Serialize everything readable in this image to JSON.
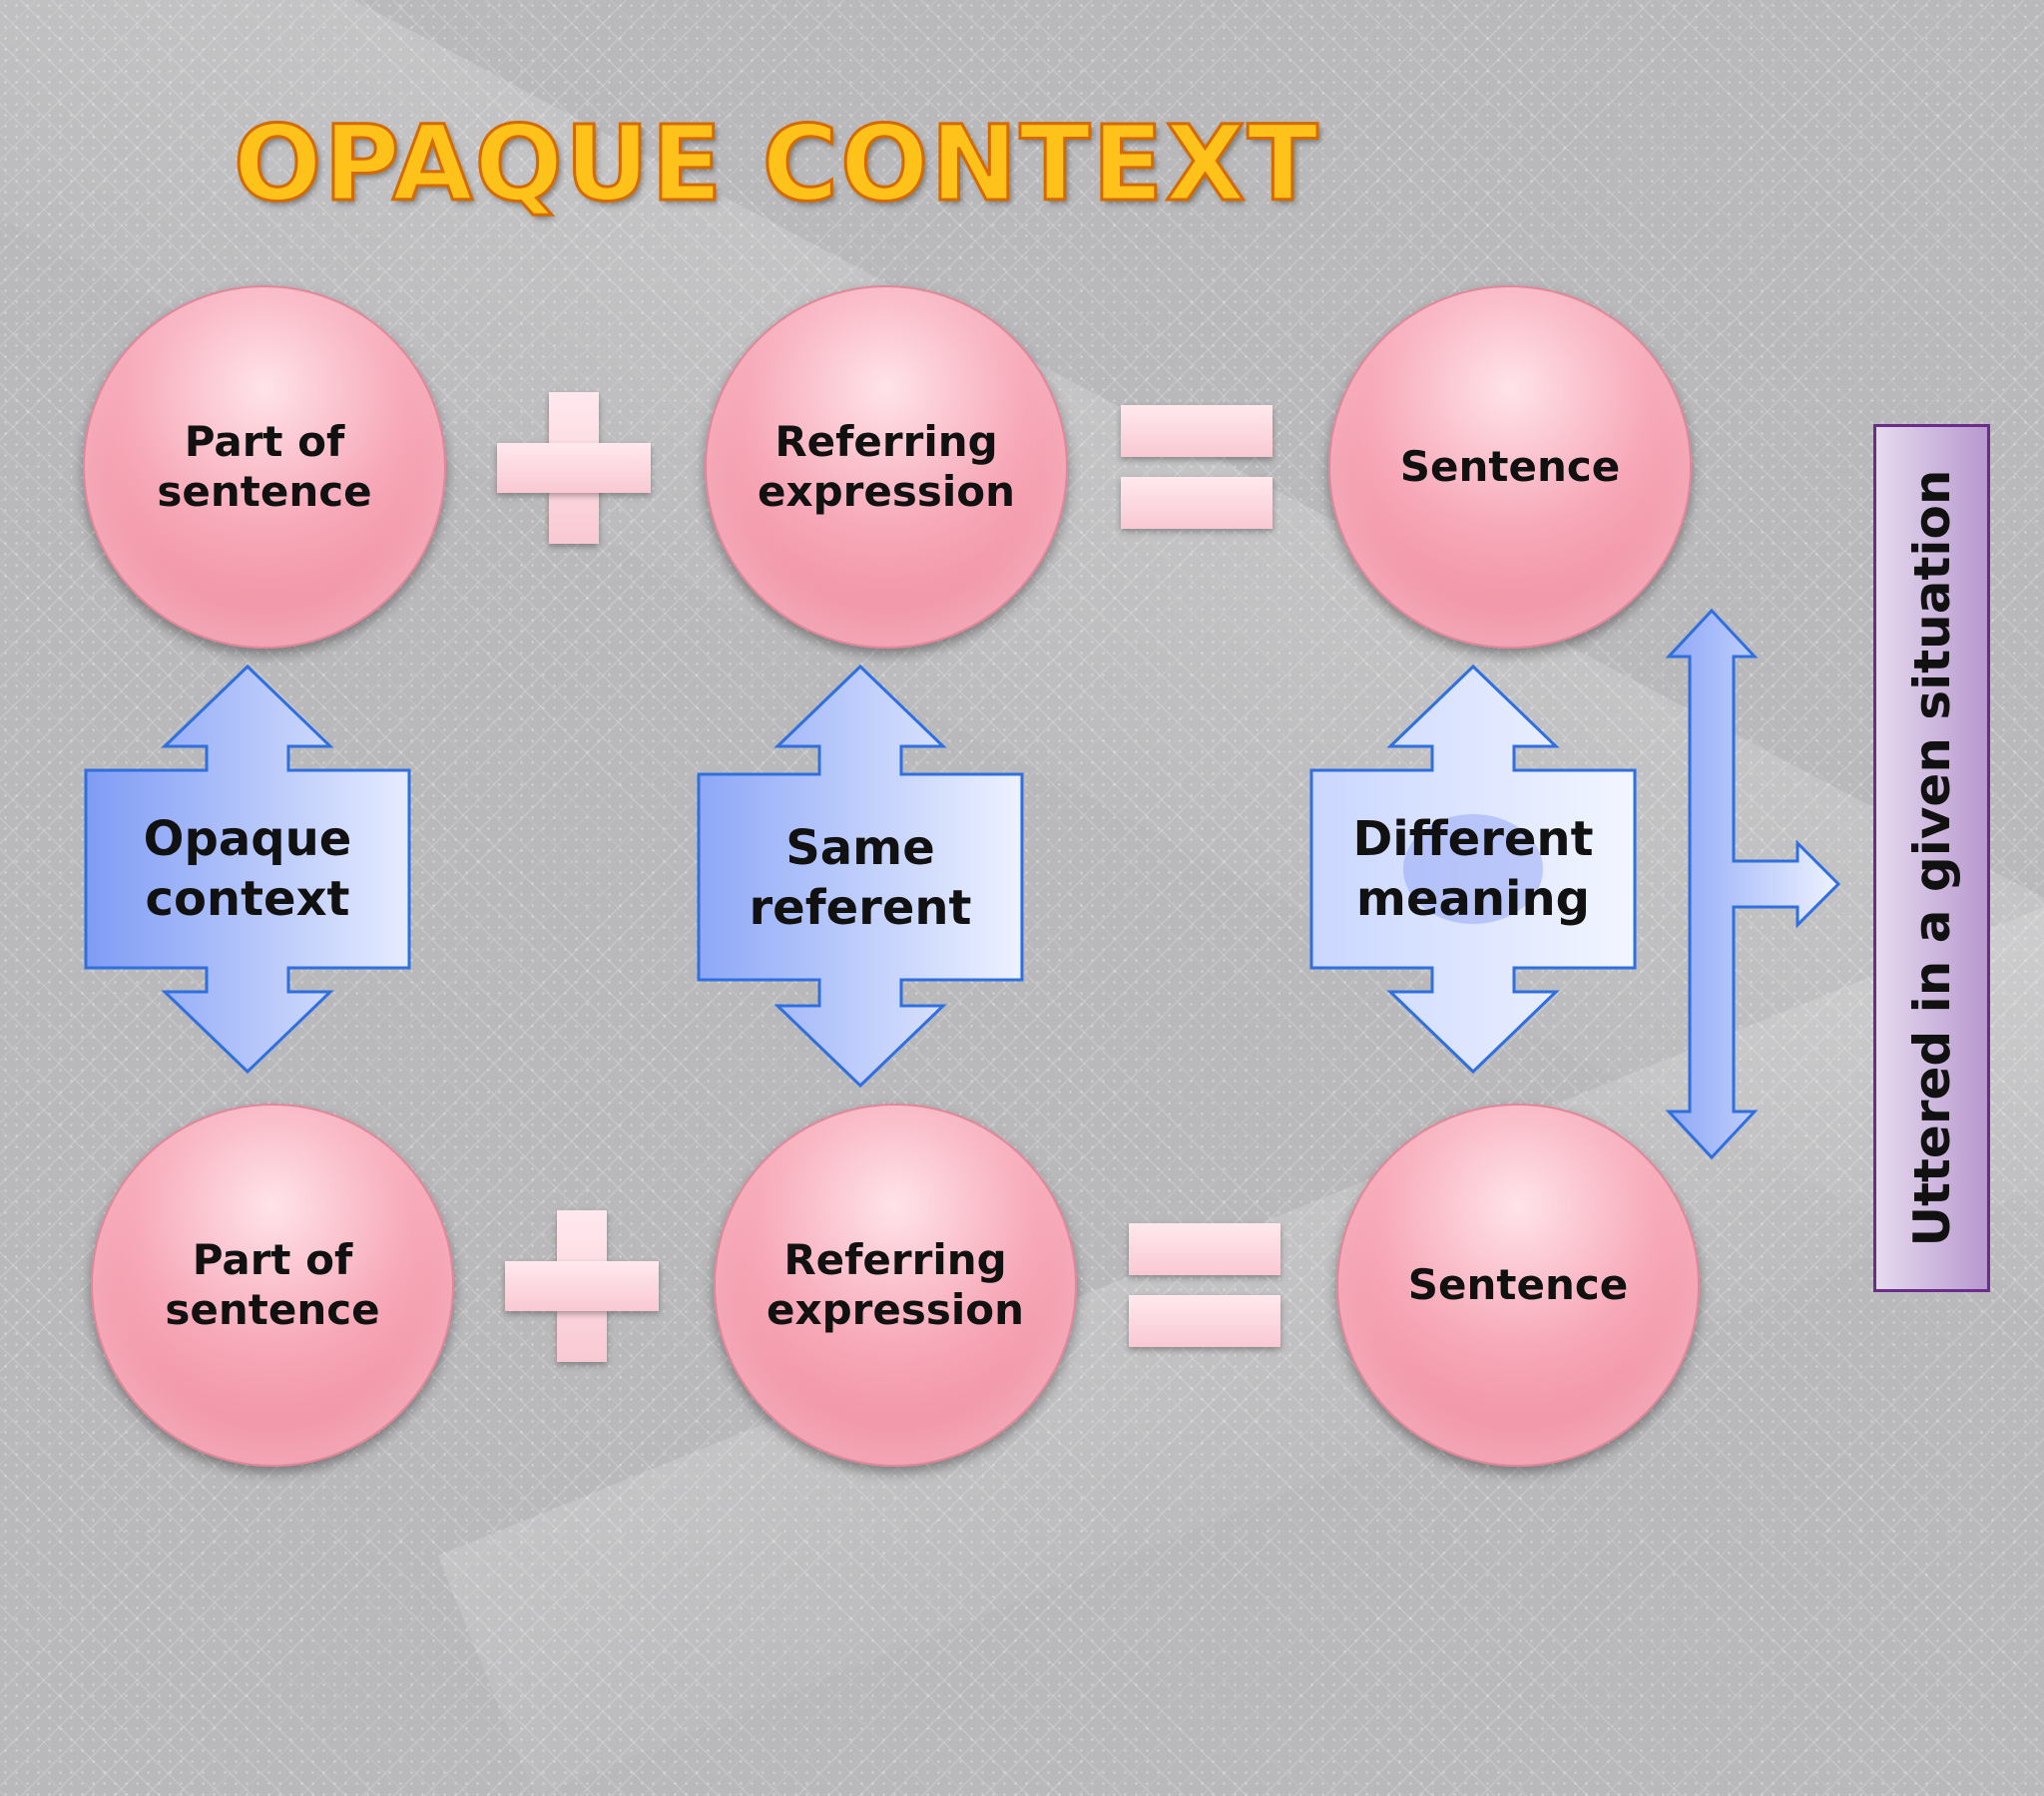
{
  "title": "OPAQUE CONTEXT",
  "top_row": {
    "circle_1": "Part of\nsentence",
    "circle_2": "Referring\nexpression",
    "circle_3": "Sentence"
  },
  "bottom_row": {
    "circle_1": "Part of\nsentence",
    "circle_2": "Referring\nexpression",
    "circle_3": "Sentence"
  },
  "connectors": {
    "left": "Opaque\ncontext",
    "middle": "Same\nreferent",
    "right": "Different\nmeaning"
  },
  "side_panel": "Uttered in a given situation",
  "colors": {
    "title_fill": "#ffc21a",
    "title_outline": "#d46a00",
    "circle": "#f7a8b8",
    "arrow_fill": "#b9c8ff",
    "arrow_outline": "#2f6fe0",
    "panel_border": "#6a2d8a"
  }
}
